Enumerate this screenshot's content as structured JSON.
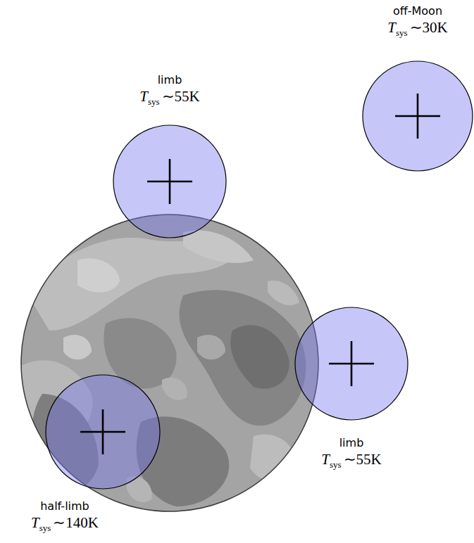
{
  "diagram": {
    "nodes": [
      {
        "text": [
          "off-Moon",
          "T",
          "sys",
          "∼30K"
        ]
      },
      {
        "text": [
          "limb",
          "T",
          "sys",
          "∼55K"
        ]
      },
      {
        "text": [
          "limb",
          "T",
          "sys",
          "∼55K"
        ]
      },
      {
        "text": [
          "half-limb",
          "T",
          "sys",
          "∼140K"
        ]
      }
    ]
  }
}
